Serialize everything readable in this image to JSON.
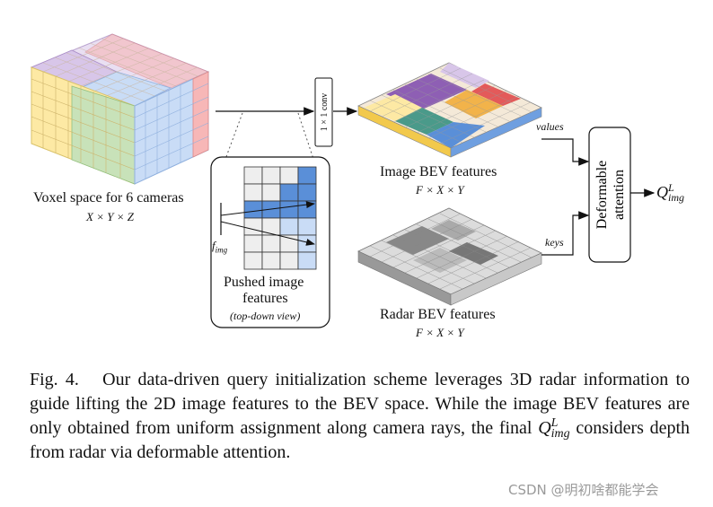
{
  "figure": {
    "voxel_label": "Voxel space for 6 cameras",
    "voxel_dims": "X × Y × Z",
    "conv_label": "1 × 1 conv",
    "image_bev_label": "Image BEV features",
    "image_bev_dims": "F × X × Y",
    "radar_bev_label": "Radar BEV features",
    "radar_bev_dims": "F × X × Y",
    "pushed_label_line1": "Pushed image",
    "pushed_label_line2": "features",
    "pushed_sublabel": "(top-down view)",
    "f_img_label": "f",
    "f_img_sub": "img",
    "values_label": "values",
    "keys_label": "keys",
    "deformable_label_line1": "Deformable",
    "deformable_label_line2": "attention",
    "output_q": "Q",
    "output_sup": "L",
    "output_sub": "img",
    "colors": {
      "yellow": "#fde9a4",
      "purple": "#d8c6e9",
      "red": "#f7b7b7",
      "green": "#c8e2b9",
      "blue": "#c9dcf6",
      "dark_purple": "#8e5fb4",
      "teal": "#4a9a8a",
      "orange": "#f2b34a"
    }
  },
  "caption": {
    "fig_label": "Fig. 4.",
    "text_part1": "Our data-driven query initialization scheme leverages 3D radar information to guide lifting the 2D image features to the BEV space. While the image BEV features are only obtained from uniform assignment along camera rays, the final",
    "q": "Q",
    "q_sup": "L",
    "q_sub": "img",
    "text_part2": "considers depth from radar via deformable attention."
  },
  "watermark": "CSDN @明初啥都能学会"
}
